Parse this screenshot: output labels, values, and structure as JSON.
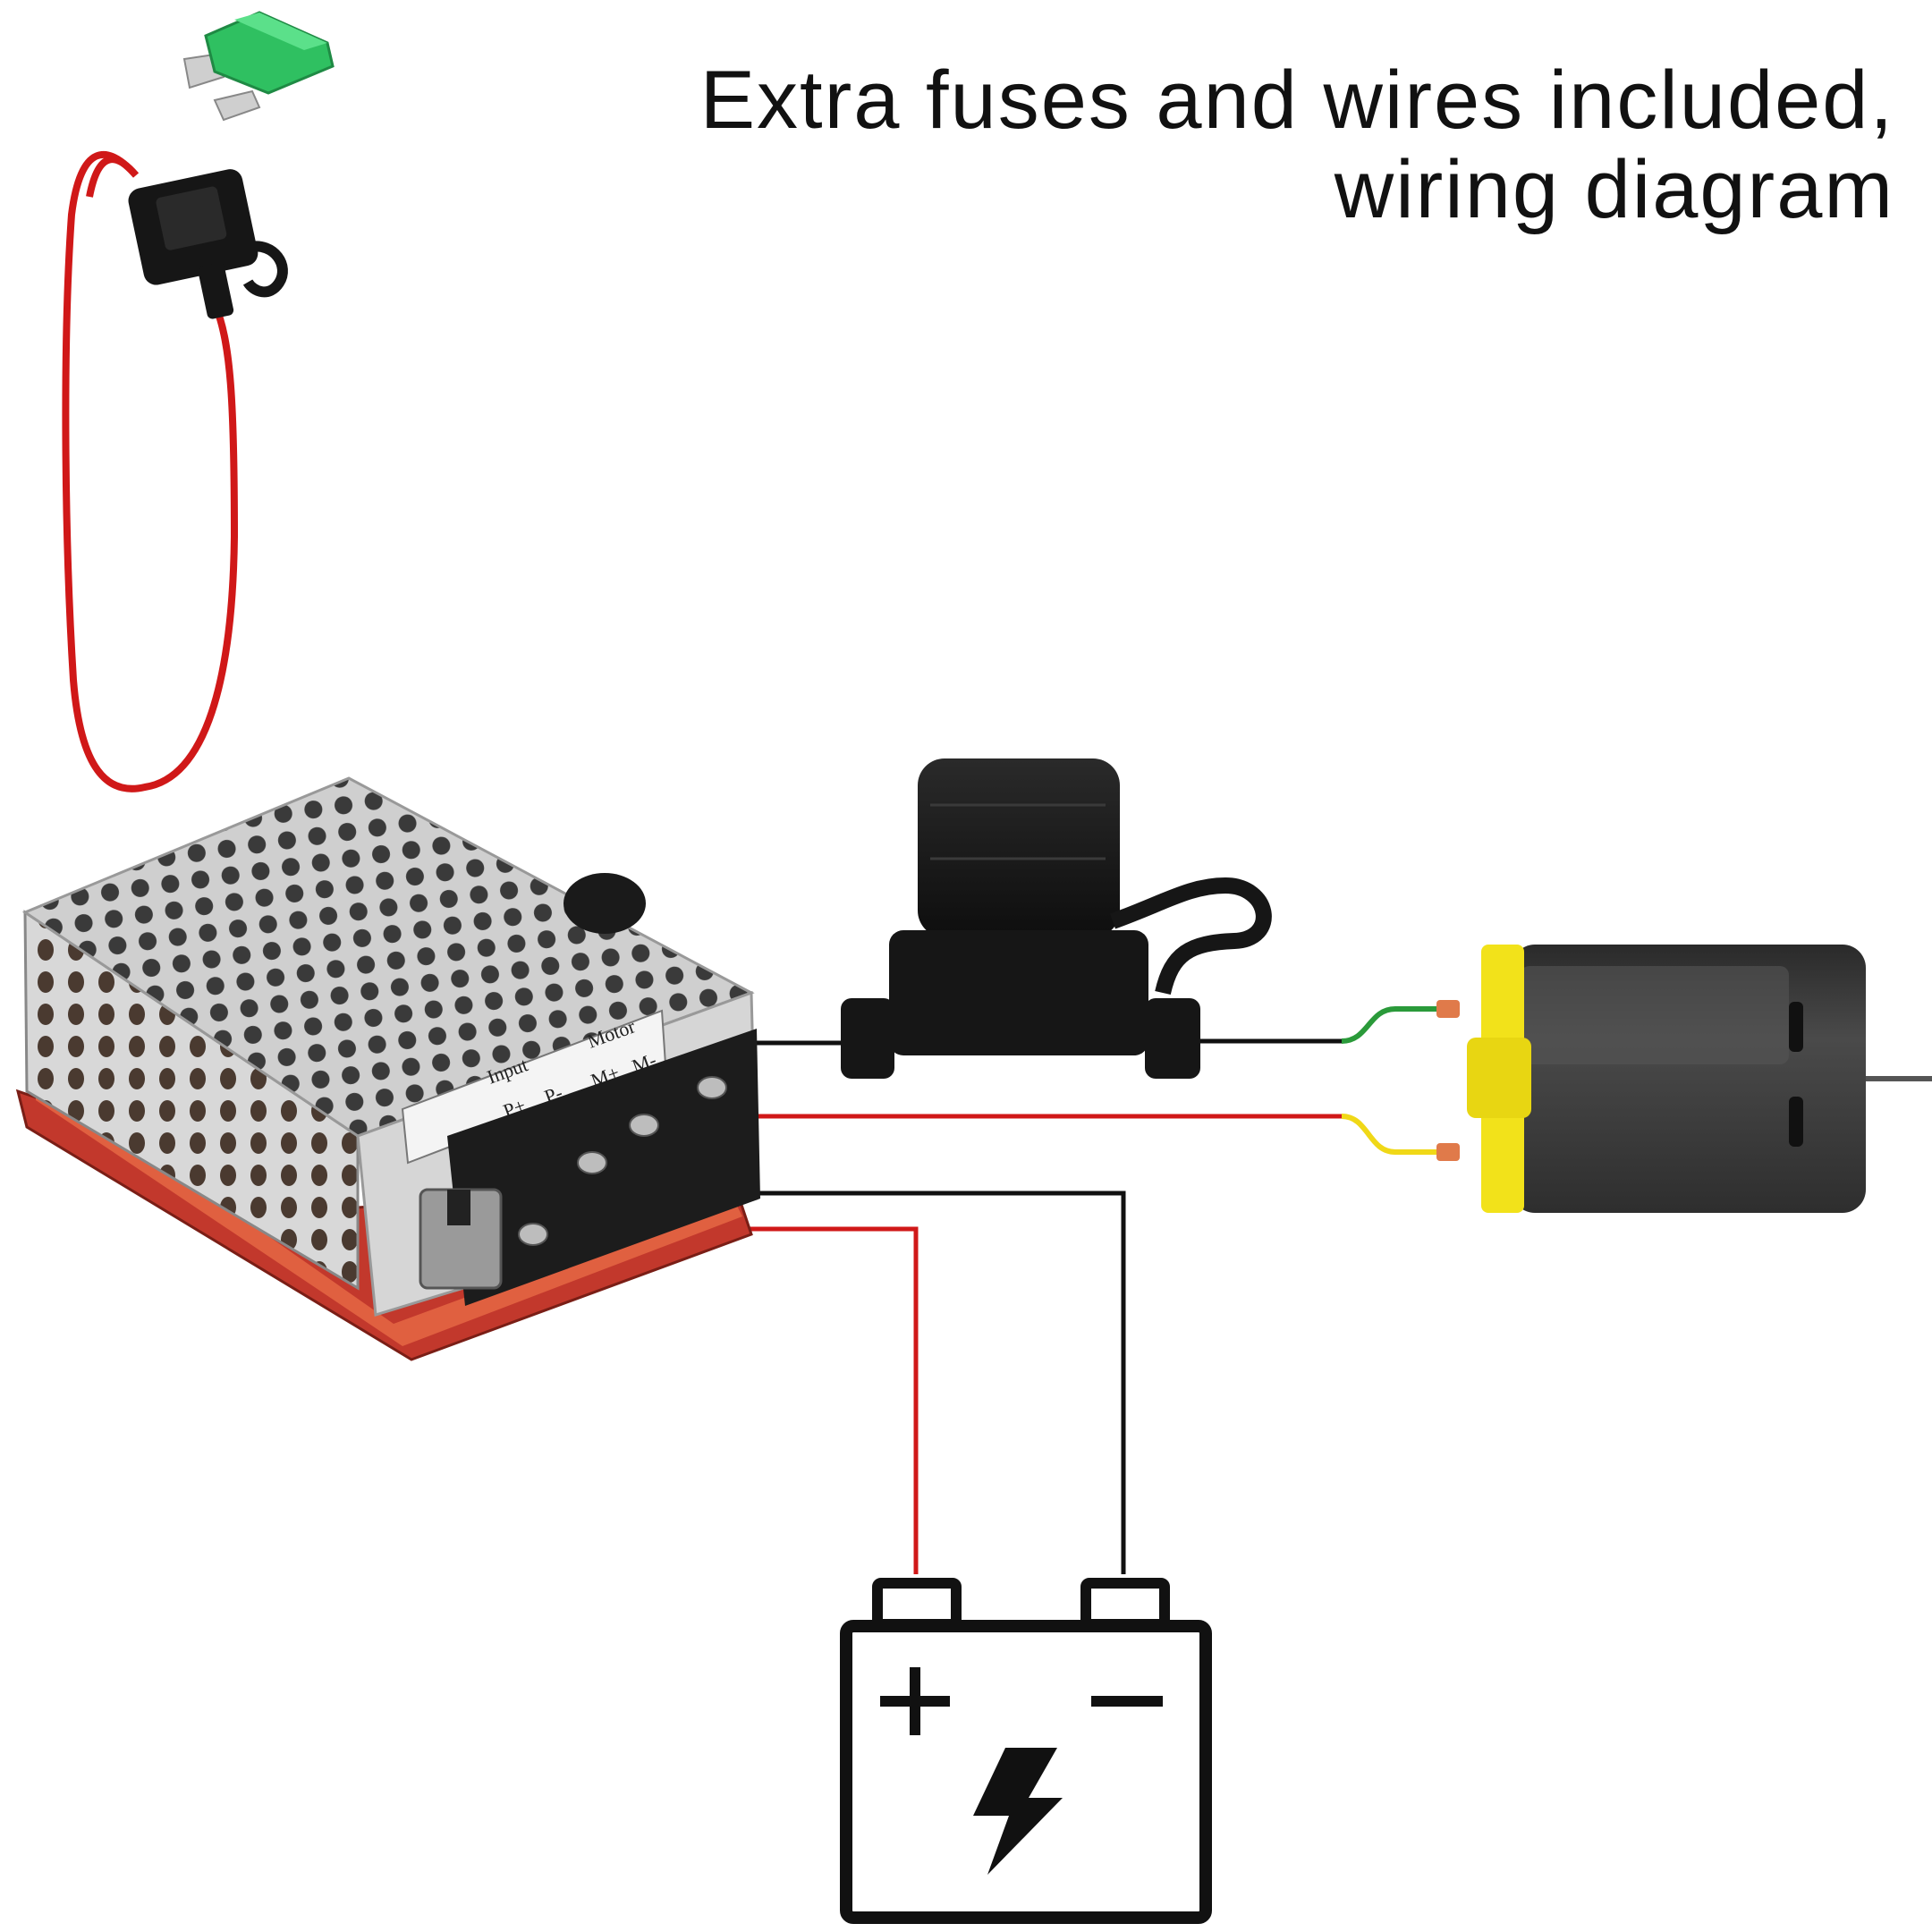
{
  "title": {
    "line1": "Extra fuses and wires included,",
    "line2": "wiring diagram"
  },
  "controller": {
    "labels": [
      "Input",
      "Motor",
      "P+",
      "P-",
      "M+",
      "M-"
    ]
  },
  "colors": {
    "positive_wire": "#d01818",
    "negative_wire": "#111111",
    "motor_body": "#3a3a3a",
    "motor_endcap": "#f2e21a",
    "fuse_green": "#2fc061",
    "controller_pcb": "#c2382c",
    "fuse_holder": "#161616"
  },
  "icons": {
    "battery_positive": "plus-symbol",
    "battery_negative": "minus-symbol",
    "battery_center": "lightning-bolt-icon"
  }
}
